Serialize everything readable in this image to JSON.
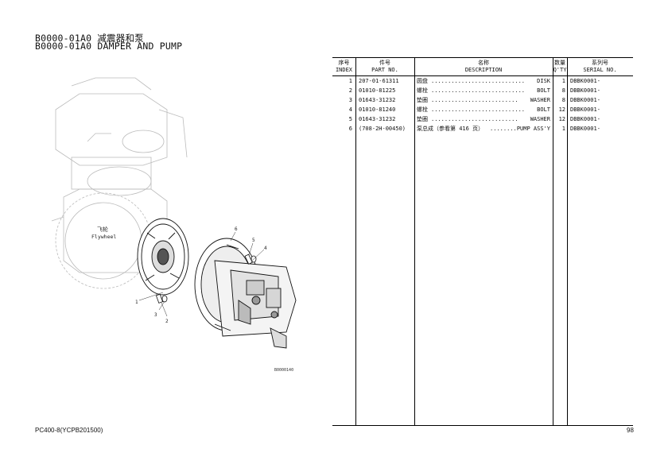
{
  "header": {
    "title_cn": "B0000-01A0 减震器和泵",
    "title_en": "B0000-01A0 DAMPER AND PUMP"
  },
  "table": {
    "columns": [
      {
        "cn": "序号",
        "en": "INDEX"
      },
      {
        "cn": "件号",
        "en": "PART NO."
      },
      {
        "cn": "名称",
        "en": "DESCRIPTION"
      },
      {
        "cn": "数量",
        "en": "Q'TY"
      },
      {
        "cn": "系列号",
        "en": "SERIAL NO."
      }
    ],
    "rows": [
      {
        "index": "1",
        "part_no": "207-01-61311",
        "desc_cn": "圆盘",
        "dots": "............................",
        "desc_en": "DISK",
        "qty": "1",
        "serial": "DBBK0001-"
      },
      {
        "index": "2",
        "part_no": "01010-81225",
        "desc_cn": "螺栓",
        "dots": "............................",
        "desc_en": "BOLT",
        "qty": "8",
        "serial": "DBBK0001-"
      },
      {
        "index": "3",
        "part_no": "01643-31232",
        "desc_cn": "垫圈",
        "dots": "..........................",
        "desc_en": "WASHER",
        "qty": "8",
        "serial": "DBBK0001-"
      },
      {
        "index": "4",
        "part_no": "01010-81240",
        "desc_cn": "螺栓",
        "dots": "............................",
        "desc_en": "BOLT",
        "qty": "12",
        "serial": "DBBK0001-"
      },
      {
        "index": "5",
        "part_no": "01643-31232",
        "desc_cn": "垫圈",
        "dots": "..........................",
        "desc_en": "WASHER",
        "qty": "12",
        "serial": "DBBK0001-"
      },
      {
        "index": "6",
        "part_no": "(708-2H-00450)",
        "desc_cn": "泵总成（参看第 416 页）",
        "dots": "........",
        "desc_en": "PUMP ASS'Y",
        "qty": "1",
        "serial": "DBBK0001-"
      }
    ]
  },
  "drawing": {
    "flywheel_cn": "飞轮",
    "flywheel_en": "Flywheel",
    "callouts": [
      "1",
      "2",
      "3",
      "4",
      "5",
      "6"
    ],
    "code": "B0000140"
  },
  "footer": {
    "model": "PC400-8(YCPB201500)",
    "page": "98"
  }
}
